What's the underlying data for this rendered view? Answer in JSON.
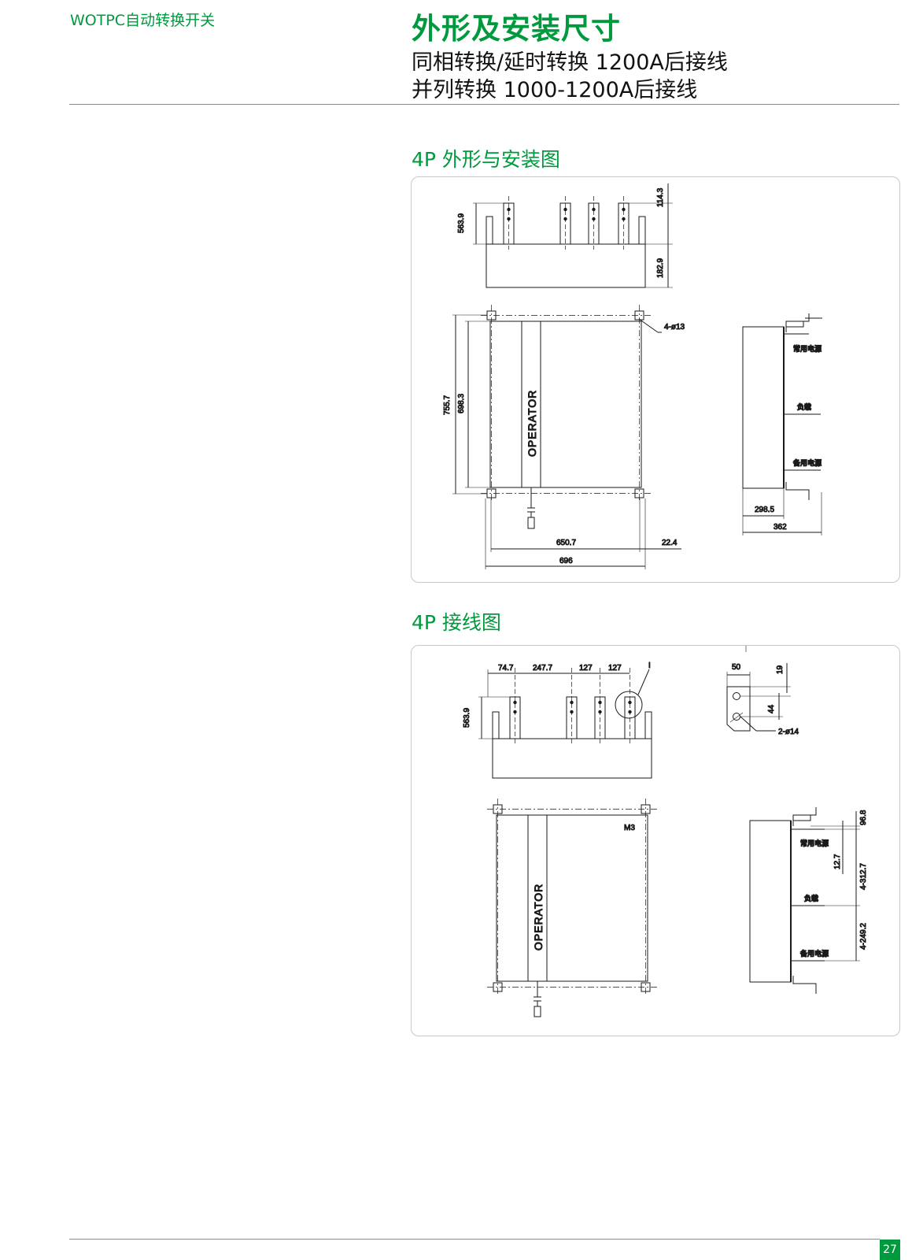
{
  "header": {
    "brand": "WOTPC自动转换开关",
    "title": "外形及安装尺寸",
    "subtitle_1": "同相转换/延时转换 1200A后接线",
    "subtitle_2": "并列转换 1000-1200A后接线"
  },
  "section_outline": {
    "title": "4P 外形与安装图",
    "dims": {
      "top_height": "563.9",
      "terminal_top": "114.3",
      "body_height": "182.9",
      "holes": "4-ø13",
      "outer_height": "755.7",
      "inner_height": "698.3",
      "inner_width": "650.7",
      "outer_width": "696",
      "offset": "22.4",
      "depth_inner": "298.5",
      "depth_outer": "362"
    },
    "operator_label": "OPERATOR",
    "side_labels": [
      "常用电源",
      "负载",
      "备用电源"
    ]
  },
  "section_wiring": {
    "title": "4P 接线图",
    "dims": {
      "spacing_1": "74.7",
      "spacing_2": "247.7",
      "spacing_3": "127",
      "spacing_4": "127",
      "detail_marker": "I",
      "top_height": "563.9",
      "detail_width": "50",
      "detail_top": "19",
      "detail_pitch": "44",
      "detail_holes": "2-ø14",
      "screw": "M3",
      "side_top": "96.8",
      "side_bar": "12.7",
      "pitch_upper": "4-312.7",
      "pitch_lower": "4-249.2"
    },
    "operator_label": "OPERATOR",
    "side_labels": [
      "常用电源",
      "负载",
      "备用电源"
    ]
  },
  "footer": {
    "page_number": "27"
  },
  "colors": {
    "brand_green": "#009a3e",
    "rule_gray": "#8a8a8a",
    "panel_border": "#c8c8c8"
  }
}
